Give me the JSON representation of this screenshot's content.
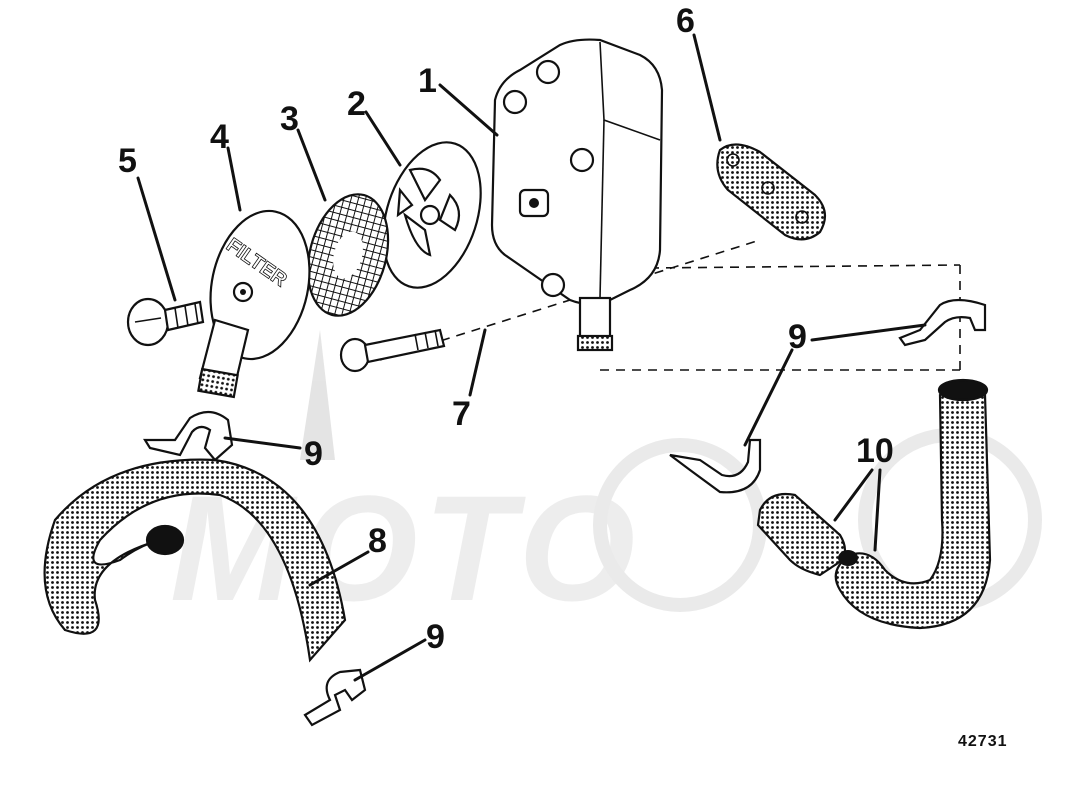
{
  "figure_number": "42731",
  "watermark_text": "MOTO",
  "callouts": [
    {
      "id": "1",
      "label": "1"
    },
    {
      "id": "2",
      "label": "2"
    },
    {
      "id": "3",
      "label": "3"
    },
    {
      "id": "4",
      "label": "4"
    },
    {
      "id": "5",
      "label": "5"
    },
    {
      "id": "6",
      "label": "6"
    },
    {
      "id": "7",
      "label": "7"
    },
    {
      "id": "8",
      "label": "8"
    },
    {
      "id": "9a",
      "label": "9"
    },
    {
      "id": "9b",
      "label": "9"
    },
    {
      "id": "9c",
      "label": "9"
    },
    {
      "id": "10",
      "label": "10"
    }
  ],
  "filter_cap_lettering": "FILTER",
  "colors": {
    "ink": "#111111",
    "paper": "#ffffff",
    "watermark": "#e2e2e2"
  }
}
